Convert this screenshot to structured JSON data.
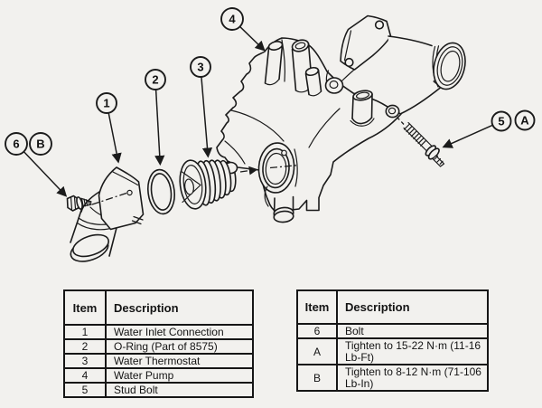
{
  "colors": {
    "background": "#f2f1ee",
    "line": "#1b1b1b",
    "table_border": "#161616",
    "text": "#141414"
  },
  "callouts": {
    "n1": "1",
    "n2": "2",
    "n3": "3",
    "n4": "4",
    "n5": "5",
    "n6": "6",
    "a": "A",
    "b": "B"
  },
  "tables": {
    "left": {
      "header": {
        "item": "Item",
        "description": "Description"
      },
      "rows": [
        {
          "item": "1",
          "description": "Water Inlet Connection"
        },
        {
          "item": "2",
          "description": "O-Ring (Part of 8575)"
        },
        {
          "item": "3",
          "description": "Water Thermostat"
        },
        {
          "item": "4",
          "description": "Water Pump"
        },
        {
          "item": "5",
          "description": "Stud Bolt"
        }
      ]
    },
    "right": {
      "header": {
        "item": "Item",
        "description": "Description"
      },
      "rows": [
        {
          "item": "6",
          "description": "Bolt"
        },
        {
          "item": "A",
          "description": "Tighten to 15-22 N·m (11-16 Lb-Ft)"
        },
        {
          "item": "B",
          "description": "Tighten to 8-12 N·m (71-106 Lb-In)"
        }
      ]
    }
  }
}
